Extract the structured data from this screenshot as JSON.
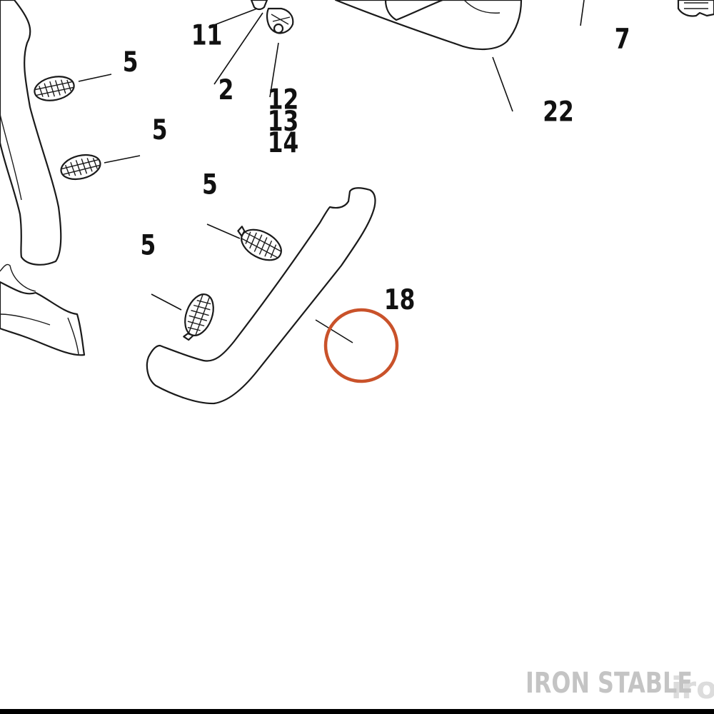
{
  "diagram": {
    "callouts": [
      {
        "id": "c11",
        "text": "11"
      },
      {
        "id": "c2",
        "text": "2"
      },
      {
        "id": "c12",
        "text": "12"
      },
      {
        "id": "c13",
        "text": "13"
      },
      {
        "id": "c14",
        "text": "14"
      },
      {
        "id": "c7",
        "text": "7"
      },
      {
        "id": "c22",
        "text": "22"
      },
      {
        "id": "c5a",
        "text": "5"
      },
      {
        "id": "c5b",
        "text": "5"
      },
      {
        "id": "c5c",
        "text": "5"
      },
      {
        "id": "c5d",
        "text": "5"
      },
      {
        "id": "c18",
        "text": "18"
      }
    ],
    "highlight": {
      "callout": "18",
      "color": "#c9522a"
    }
  },
  "watermark": {
    "text": "IRON STABLE",
    "ghost_text": "iro"
  },
  "colors": {
    "line": "#1a1a1a",
    "highlight": "#c9522a",
    "watermark": "#c4c4c4",
    "bottom_bar": "#000000"
  }
}
